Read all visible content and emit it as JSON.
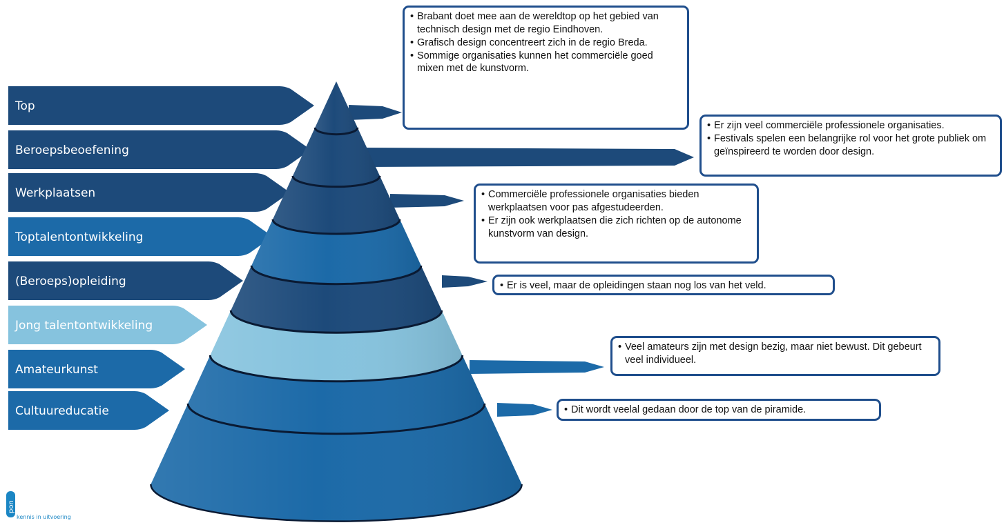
{
  "levels": [
    {
      "label": "Top",
      "color": "#1d4a7a",
      "text_color": "#ffffff"
    },
    {
      "label": "Beroepsbeoefening",
      "color": "#1d4a7a",
      "text_color": "#ffffff"
    },
    {
      "label": "Werkplaatsen",
      "color": "#1d4a7a",
      "text_color": "#ffffff"
    },
    {
      "label": "Toptalentontwikkeling",
      "color": "#1c6aa8",
      "text_color": "#ffffff"
    },
    {
      "label": "(Beroeps)opleiding",
      "color": "#1d4a7a",
      "text_color": "#ffffff"
    },
    {
      "label": "Jong talentontwikkeling",
      "color": "#86c3de",
      "text_color": "#ffffff"
    },
    {
      "label": "Amateurkunst",
      "color": "#1c6aa8",
      "text_color": "#ffffff"
    },
    {
      "label": "Cultuureducatie",
      "color": "#1c6aa8",
      "text_color": "#ffffff"
    }
  ],
  "notes": [
    {
      "level": "Top",
      "lines": [
        "Brabant doet mee aan de wereldtop op het gebied van technisch design met de regio Eindhoven.",
        "Grafisch design concentreert zich in de regio Breda.",
        "Sommige organisaties kunnen het commerciële goed mixen met de kunstvorm."
      ]
    },
    {
      "level": "Beroepsbeoefening",
      "lines": [
        "Er zijn veel commerciële professionele organisaties.",
        "Festivals spelen een belangrijke rol voor het grote publiek om geïnspireerd te worden door design."
      ]
    },
    {
      "level": "Werkplaatsen",
      "lines": [
        "Commerciële professionele organisaties bieden werkplaatsen voor pas afgestudeerden.",
        "Er zijn ook werkplaatsen die zich richten op de autonome kunstvorm van design."
      ]
    },
    {
      "level": "(Beroeps)opleiding",
      "lines": [
        "Er is veel, maar de opleidingen staan nog los van het veld."
      ]
    },
    {
      "level": "Amateurkunst",
      "lines": [
        "Veel amateurs zijn met design bezig, maar niet bewust. Dit gebeurt veel individueel."
      ]
    },
    {
      "level": "Cultuureducatie",
      "lines": [
        "Dit wordt veelal gedaan door de top van de piramide."
      ]
    }
  ],
  "colors": {
    "dark": "#1d4a7a",
    "mid": "#1c6aa8",
    "light": "#86c3de",
    "border": "#1f4e8c"
  },
  "logo": {
    "mark": "pon",
    "tagline": "kennis in uitvoering"
  }
}
